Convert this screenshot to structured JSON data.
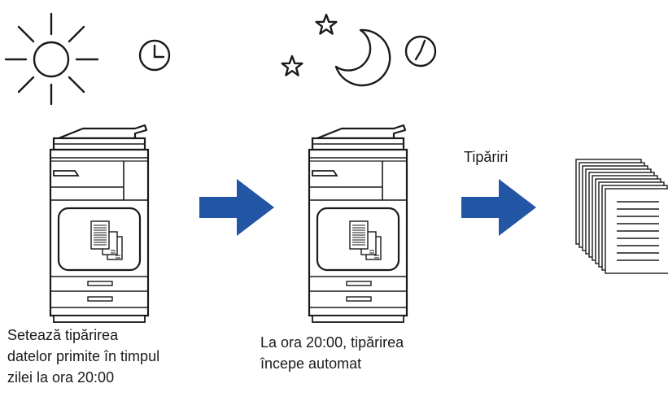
{
  "step1": {
    "caption_lines": [
      "Setează tipărirea",
      "datelor primite în timpul",
      "zilei la ora 20:00"
    ]
  },
  "step2": {
    "caption_lines": [
      "La ora 20:00, tipărirea",
      "începe automat"
    ]
  },
  "step3": {
    "arrow_label": "Tipăriri"
  },
  "icons": [
    "sun-icon",
    "clock-icon",
    "star-icon",
    "moon-icon",
    "printer-icon",
    "arrow-right-icon",
    "paper-stack-icon"
  ],
  "colors": {
    "arrow": "#2255a4",
    "line": "#1a1a1a"
  }
}
